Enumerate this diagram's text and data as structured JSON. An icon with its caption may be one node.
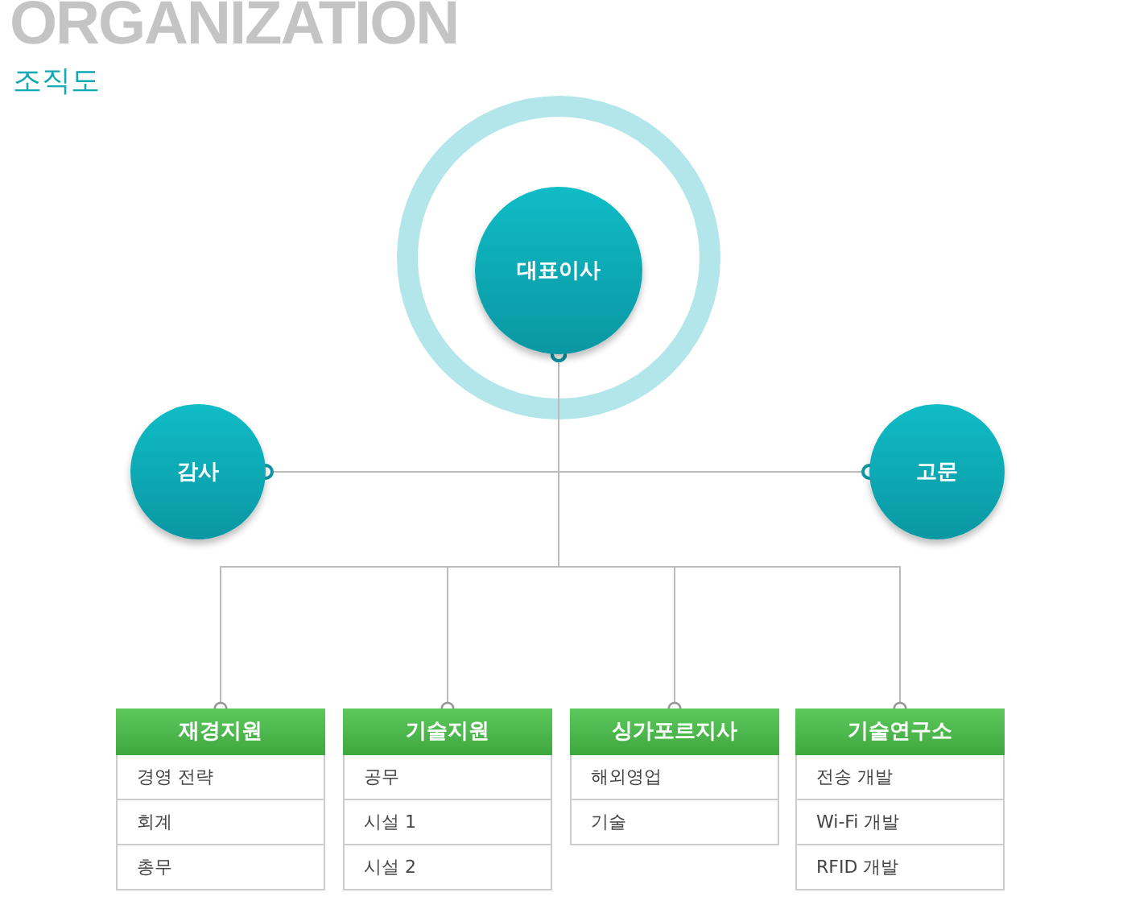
{
  "diagram": {
    "title": "ORGANIZATION",
    "nodes": [
      {
        "text": [
          "대표이사"
        ]
      },
      {
        "text": [
          "감사"
        ]
      },
      {
        "text": [
          "고문"
        ]
      },
      {
        "text": [
          "재경지원",
          "경영 전략",
          "회계",
          "총무"
        ]
      },
      {
        "text": [
          "기술지원",
          "공무",
          "시설 1",
          "시설 2"
        ]
      },
      {
        "text": [
          "싱가포르지사",
          "해외영업",
          "기술"
        ]
      },
      {
        "text": [
          "기술연구소",
          "전송 개발",
          "Wi-Fi 개발",
          "RFID 개발"
        ]
      }
    ],
    "edges": [
      {
        "from": 0,
        "to": 1,
        "arrow": "other"
      },
      {
        "from": 0,
        "to": 2,
        "arrow": "other"
      },
      {
        "from": 0,
        "to": 3,
        "arrow": "other"
      },
      {
        "from": 0,
        "to": 4,
        "arrow": "other"
      },
      {
        "from": 0,
        "to": 5,
        "arrow": "other"
      },
      {
        "from": 0,
        "to": 6,
        "arrow": "other"
      }
    ],
    "labels": [
      "조직도"
    ]
  }
}
